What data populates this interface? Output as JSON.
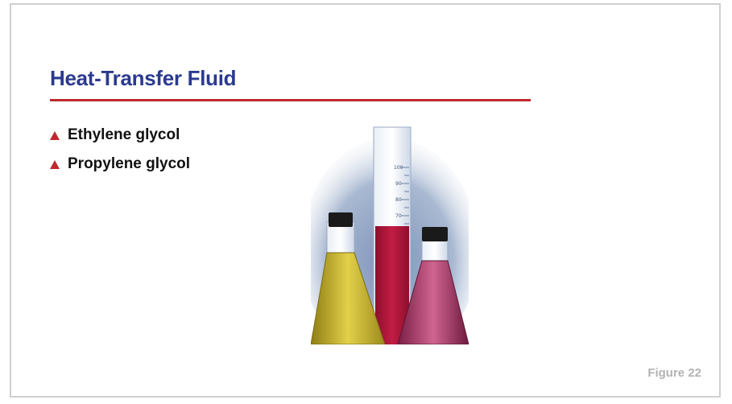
{
  "slide": {
    "title": "Heat-Transfer Fluid",
    "bullets": [
      {
        "text": "Ethylene glycol"
      },
      {
        "text": "Propylene glycol"
      }
    ],
    "figure_label": "Figure 22",
    "image": {
      "name": "lab-glassware-photo",
      "cylinder_markings": [
        "100",
        "90",
        "80",
        "70"
      ]
    }
  },
  "colors": {
    "title": "#2b3a8f",
    "accent": "#c0282d",
    "bullet_text": "#111111",
    "figure_label": "#b3b3b3",
    "yellow_liquid": "#d8c23a",
    "red_liquid": "#b2163a",
    "pink_liquid": "#c0507a"
  }
}
